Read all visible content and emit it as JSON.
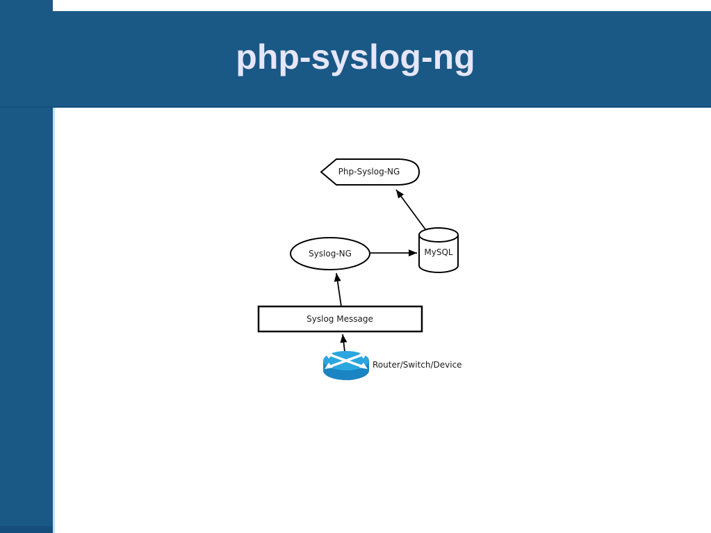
{
  "slide": {
    "title": "php-syslog-ng"
  },
  "theme": {
    "band_color": "#1A5886",
    "band_bottom_edge": "#14507D",
    "left_strip_accent": "#154E7C",
    "left_strip_light_edge": "#BCE3F2",
    "title_color": "#E5E6F7",
    "canvas_color": "#FFFFFF",
    "diagram_stroke": "#000000"
  },
  "diagram": {
    "nodes": [
      {
        "id": "php-syslog-ng",
        "shape": "hexagon",
        "label": "Php-Syslog-NG"
      },
      {
        "id": "syslog-ng",
        "shape": "ellipse",
        "label": "Syslog-NG"
      },
      {
        "id": "mysql",
        "shape": "cylinder",
        "label": "MySQL"
      },
      {
        "id": "syslog-message",
        "shape": "rectangle",
        "label": "Syslog Message"
      },
      {
        "id": "router",
        "shape": "cisco-router-icon",
        "label": "Router/Switch/Device"
      }
    ],
    "edges": [
      {
        "from": "router",
        "to": "syslog-message"
      },
      {
        "from": "syslog-message",
        "to": "syslog-ng"
      },
      {
        "from": "syslog-ng",
        "to": "mysql"
      },
      {
        "from": "mysql",
        "to": "php-syslog-ng"
      }
    ],
    "router_icon_colors": {
      "top": "#2CA6DE",
      "side": "#1B84C2",
      "bottom": "#0A5E97",
      "arrows": "#FFFFFF"
    }
  }
}
